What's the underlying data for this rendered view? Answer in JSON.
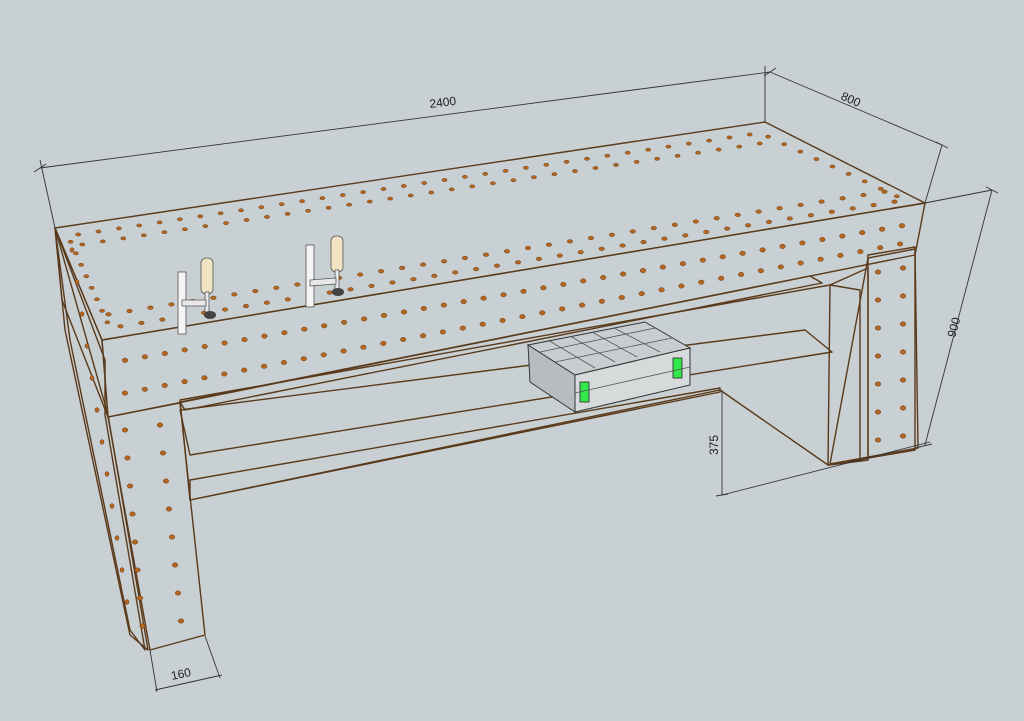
{
  "scene": {
    "colors": {
      "background": "#c8d0d3",
      "top_face": "#d89a5a",
      "front_face": "#f0a35e",
      "side_face": "#e5924f",
      "inner_face": "#d88a46",
      "shelf": "#eaa767",
      "hole": "#b5661f",
      "case_body": "#d7dadb",
      "case_latch": "#33e84a"
    },
    "dimensions": {
      "length": "2400",
      "depth": "800",
      "height": "900",
      "shelf_height": "375",
      "leg_width": "160"
    },
    "objects": [
      "workbench",
      "bench-clamp",
      "bench-clamp",
      "systainer-case"
    ]
  }
}
